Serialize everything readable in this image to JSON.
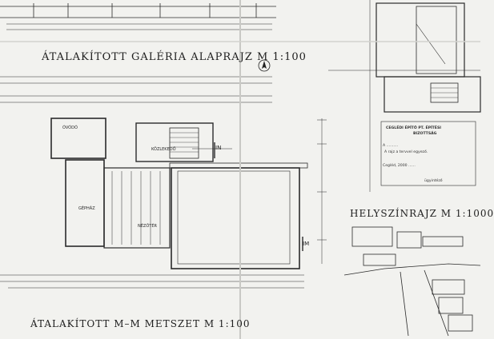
{
  "titles": {
    "galeria": "ÁTALAKÍTOTT GALÉRIA ALAPRAJZ M 1:100",
    "helyszin": "HELYSZÍNRAJZ M 1:1000",
    "metszet": "ÁTALAKÍTOTT M–M METSZET M 1:100"
  },
  "rooms": {
    "ovodo": "ÓVÓDÓ",
    "gepterem": "GÉPHÁZ",
    "kozlekedo": "KÖZLEKEDŐ",
    "nezoter": "NÉZŐTÉR"
  },
  "stamp": {
    "line1": "CEGLÉDI ÉPÍTŐ PT. ÉPÍTÉSI",
    "line2": "BIZOTTSÁG",
    "line3": "A ..........",
    "line4": "A rajz a tervvel egyező.",
    "line5": "Cegléd, 2000 ......",
    "line6": "ügyintéző"
  },
  "markers": {
    "n": "IN",
    "m": "IM"
  }
}
